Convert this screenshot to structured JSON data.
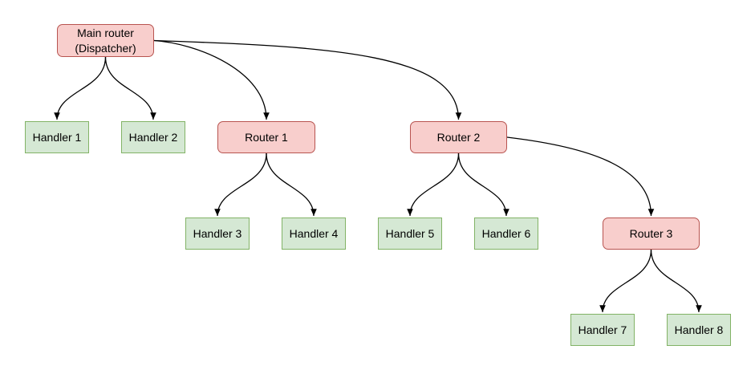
{
  "palette": {
    "router_fill": "#f8cecc",
    "router_border": "#b85450",
    "handler_fill": "#d5e8d4",
    "handler_border": "#82b366",
    "connector": "#000000",
    "text": "#000000",
    "background": "#ffffff"
  },
  "nodes": {
    "main_router": {
      "label": "Main router\n(Dispatcher)",
      "type": "router"
    },
    "handler_1": {
      "label": "Handler 1",
      "type": "handler"
    },
    "handler_2": {
      "label": "Handler 2",
      "type": "handler"
    },
    "router_1": {
      "label": "Router 1",
      "type": "router"
    },
    "router_2": {
      "label": "Router 2",
      "type": "router"
    },
    "handler_3": {
      "label": "Handler 3",
      "type": "handler"
    },
    "handler_4": {
      "label": "Handler 4",
      "type": "handler"
    },
    "handler_5": {
      "label": "Handler 5",
      "type": "handler"
    },
    "handler_6": {
      "label": "Handler 6",
      "type": "handler"
    },
    "router_3": {
      "label": "Router 3",
      "type": "router"
    },
    "handler_7": {
      "label": "Handler 7",
      "type": "handler"
    },
    "handler_8": {
      "label": "Handler 8",
      "type": "handler"
    }
  },
  "edges": [
    {
      "from": "main_router",
      "to": "handler_1"
    },
    {
      "from": "main_router",
      "to": "handler_2"
    },
    {
      "from": "main_router",
      "to": "router_1"
    },
    {
      "from": "main_router",
      "to": "router_2"
    },
    {
      "from": "router_1",
      "to": "handler_3"
    },
    {
      "from": "router_1",
      "to": "handler_4"
    },
    {
      "from": "router_2",
      "to": "handler_5"
    },
    {
      "from": "router_2",
      "to": "handler_6"
    },
    {
      "from": "router_2",
      "to": "router_3"
    },
    {
      "from": "router_3",
      "to": "handler_7"
    },
    {
      "from": "router_3",
      "to": "handler_8"
    }
  ]
}
